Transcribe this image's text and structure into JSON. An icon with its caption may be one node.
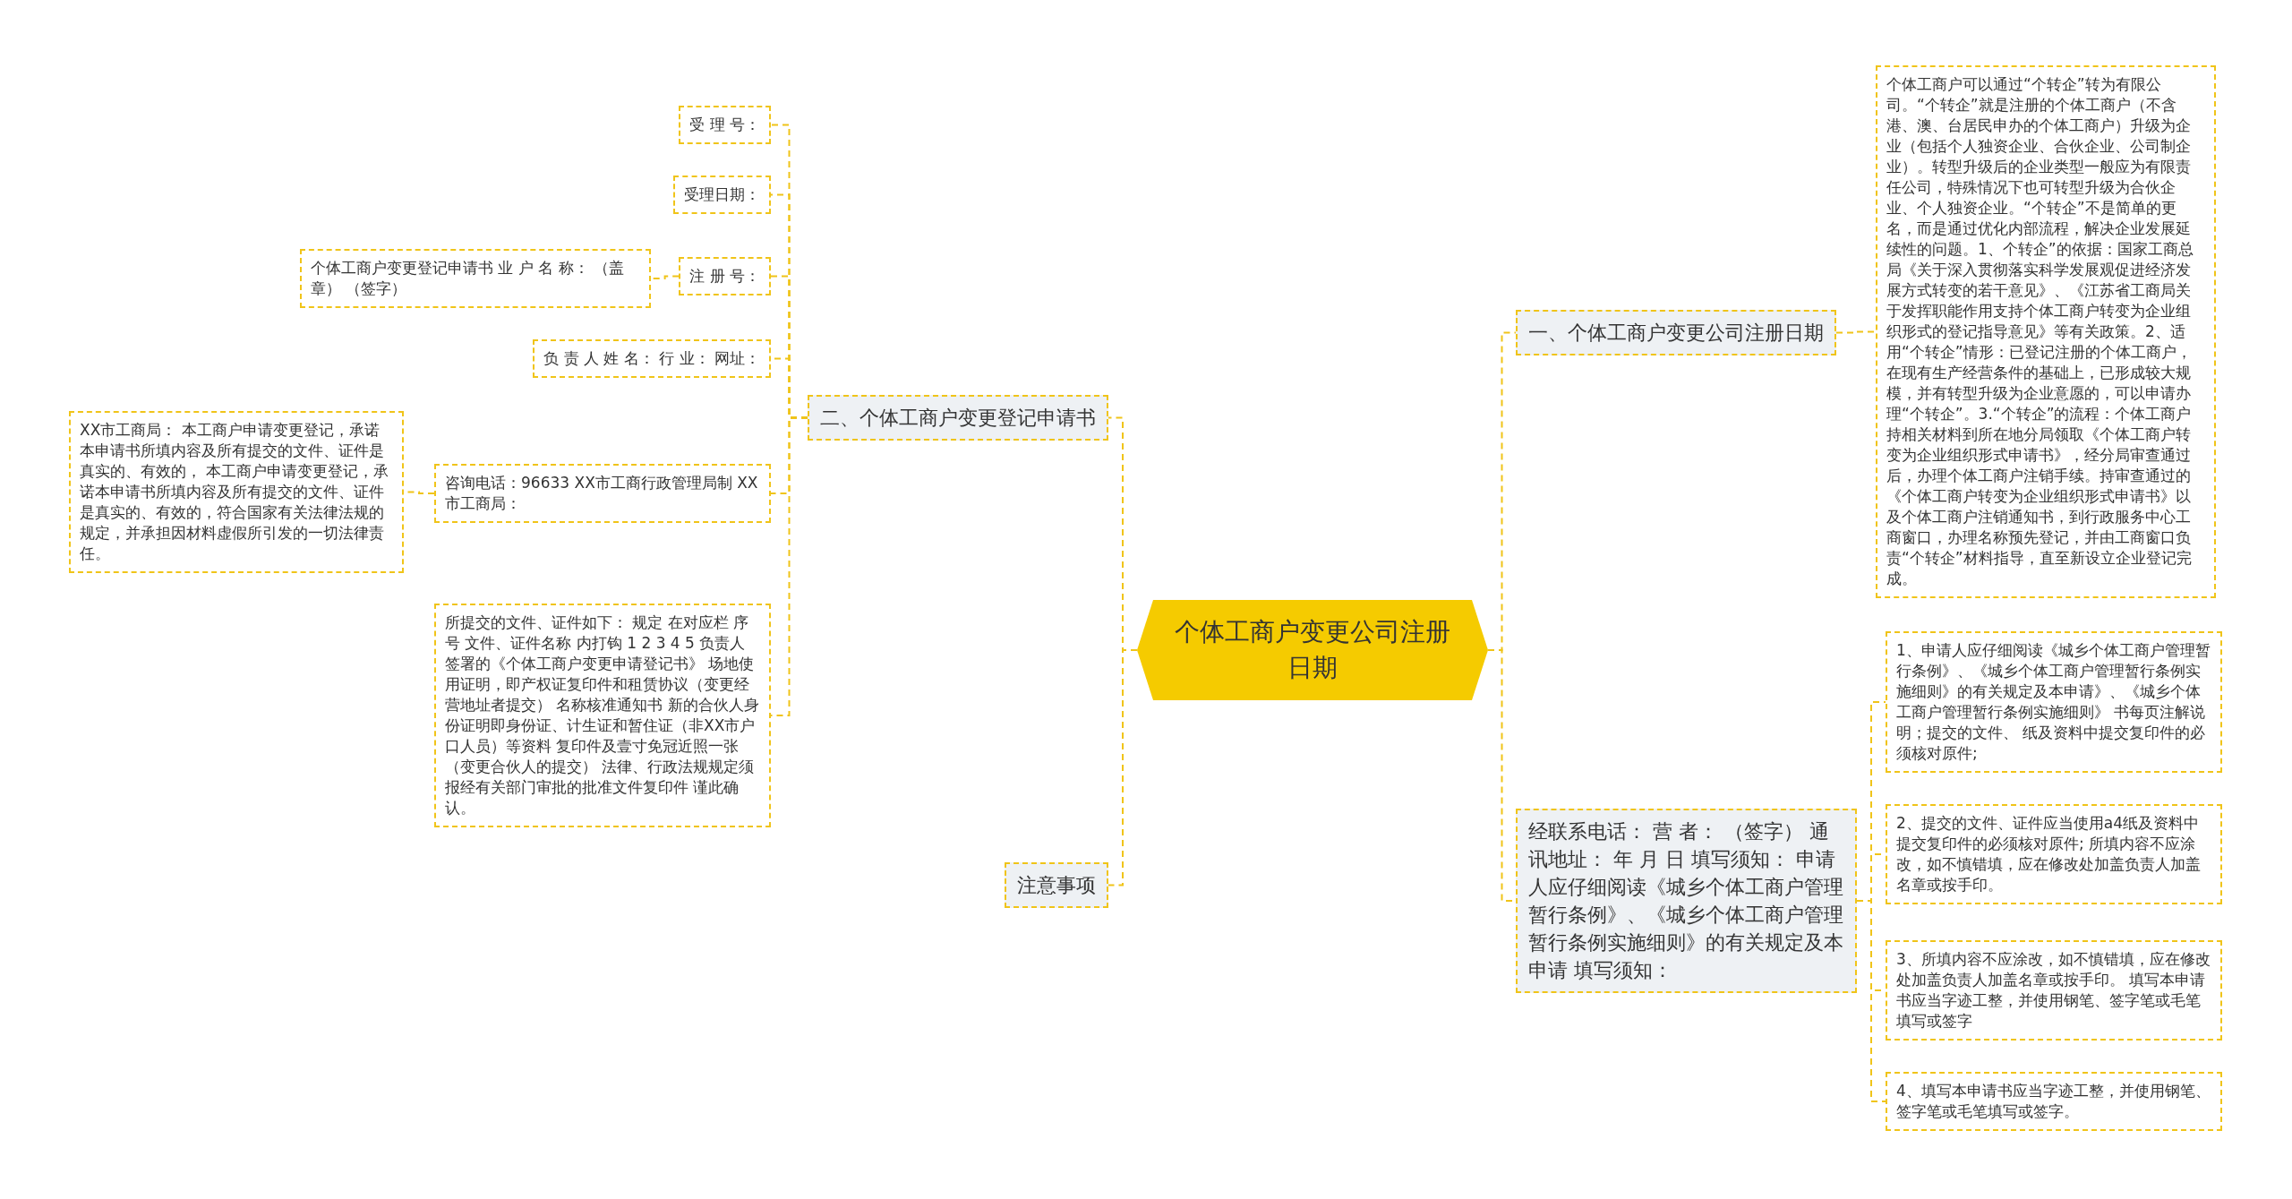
{
  "diagram": {
    "nodes": [
      {
        "text": [
          "个体工商户变更公司注册日期"
        ]
      },
      {
        "text": [
          "一、个体工商户变更公司注册日期"
        ]
      },
      {
        "text": [
          "个体工商户可以通过“个转企”转为有限公司。“个转企”就是注册的个体工商户（不含港、澳、台居民申办的个体工商户）升级为企业（包括个人独资企业、合伙企业、公司制企业）。转型升级后的企业类型一般应为有限责任公司，特殊情况下也可转型升级为合伙企业、个人独资企业。“个转企”不是简单的更名，而是通过优化内部流程，解决企业发展延续性的问题。1、个转企”的依据：国家工商总局《关于深入贯彻落实科学发展观促进经济发展方式转变的若干意见》、《江苏省工商局关于发挥职能作用支持个体工商户转变为企业组织形式的登记指导意见》等有关政策。2、适用“个转企”情形：已登记注册的个体工商户，在现有生产经营条件的基础上，已形成较大规模，并有转型升级为企业意愿的，可以申请办理“个转企”。3.“个转企”的流程：个体工商户持相关材料到所在地分局领取《个体工商户转变为企业组织形式申请书》，经分局审查通过后，办理个体工商户注销手续。持审查通过的《个体工商户转变为企业组织形式申请书》以及个体工商户注销通知书，到行政服务中心工商窗口，办理名称预先登记，并由工商窗口负责“个转企”材料指导，直至新设立企业登记完成。"
        ]
      },
      {
        "text": [
          "经联系电话： 营 者： （签字） 通讯地址： 年 月 日 填写须知： 申请人应仔细阅读《城乡个体工商户管理暂行条例》、《城乡个体工商户管理暂行条例实施细则》的有关规定及本申请 填写须知："
        ]
      },
      {
        "text": [
          "1、申请人应仔细阅读《城乡个体工商户管理暂行条例》、《城乡个体工商户管理暂行条例实施细则》的有关规定及本申请》、《城乡个体工商户管理暂行条例实施细则》 书每页注解说明；提交的文件、 纸及资料中提交复印件的必须核对原件;"
        ]
      },
      {
        "text": [
          "2、提交的文件、证件应当使用a4纸及资料中提交复印件的必须核对原件; 所填内容不应涂改，如不慎错填，应在修改处加盖负责人加盖名章或按手印。"
        ]
      },
      {
        "text": [
          "3、所填内容不应涂改，如不慎错填，应在修改处加盖负责人加盖名章或按手印。 填写本申请书应当字迹工整，并使用钢笔、签字笔或毛笔填写或签字"
        ]
      },
      {
        "text": [
          "4、填写本申请书应当字迹工整，并使用钢笔、签字笔或毛笔填写或签字。"
        ]
      },
      {
        "text": [
          "二、个体工商户变更登记申请书"
        ]
      },
      {
        "text": [
          "受 理 号："
        ]
      },
      {
        "text": [
          "受理日期："
        ]
      },
      {
        "text": [
          "注 册 号："
        ]
      },
      {
        "text": [
          "个体工商户变更登记申请书 业 户 名 称： （盖章） （签字）"
        ]
      },
      {
        "text": [
          "负 责 人 姓 名： 行 业： 网址："
        ]
      },
      {
        "text": [
          "咨询电话：96633 XX市工商行政管理局制 XX市工商局："
        ]
      },
      {
        "text": [
          "XX市工商局： 本工商户申请变更登记，承诺本申请书所填内容及所有提交的文件、证件是真实的、有效的， 本工商户申请变更登记，承诺本申请书所填内容及所有提交的文件、证件是真实的、有效的，符合国家有关法律法规的规定，并承担因材料虚假所引发的一切法律责任。"
        ]
      },
      {
        "text": [
          "所提交的文件、证件如下： 规定 在对应栏 序号 文件、证件名称 内打钩 1 2 3 4 5 负责人签署的《个体工商户变更申请登记书》 场地使用证明，即产权证复印件和租赁协议（变更经营地址者提交） 名称核准通知书 新的合伙人身份证明即身份证、计生证和暂住证（非XX市户口人员）等资料 复印件及壹寸免冠近照一张（变更合伙人的提交） 法律、行政法规规定须报经有关部门审批的批准文件复印件 谨此确认。"
        ]
      },
      {
        "text": [
          "注意事项"
        ]
      }
    ],
    "edges": [
      {
        "from": 0,
        "to": 1,
        "arrow": "none",
        "style": "dashed"
      },
      {
        "from": 1,
        "to": 2,
        "arrow": "none",
        "style": "dashed"
      },
      {
        "from": 0,
        "to": 3,
        "arrow": "none",
        "style": "dashed"
      },
      {
        "from": 3,
        "to": 4,
        "arrow": "none",
        "style": "dashed"
      },
      {
        "from": 3,
        "to": 5,
        "arrow": "none",
        "style": "dashed"
      },
      {
        "from": 3,
        "to": 6,
        "arrow": "none",
        "style": "dashed"
      },
      {
        "from": 3,
        "to": 7,
        "arrow": "none",
        "style": "dashed"
      },
      {
        "from": 0,
        "to": 8,
        "arrow": "none",
        "style": "dashed"
      },
      {
        "from": 8,
        "to": 9,
        "arrow": "none",
        "style": "dashed"
      },
      {
        "from": 8,
        "to": 10,
        "arrow": "none",
        "style": "dashed"
      },
      {
        "from": 8,
        "to": 11,
        "arrow": "none",
        "style": "dashed"
      },
      {
        "from": 11,
        "to": 12,
        "arrow": "none",
        "style": "dashed"
      },
      {
        "from": 8,
        "to": 13,
        "arrow": "none",
        "style": "dashed"
      },
      {
        "from": 8,
        "to": 14,
        "arrow": "none",
        "style": "dashed"
      },
      {
        "from": 14,
        "to": 15,
        "arrow": "none",
        "style": "dashed"
      },
      {
        "from": 8,
        "to": 16,
        "arrow": "none",
        "style": "dashed"
      },
      {
        "from": 0,
        "to": 17,
        "arrow": "none",
        "style": "dashed"
      }
    ]
  }
}
